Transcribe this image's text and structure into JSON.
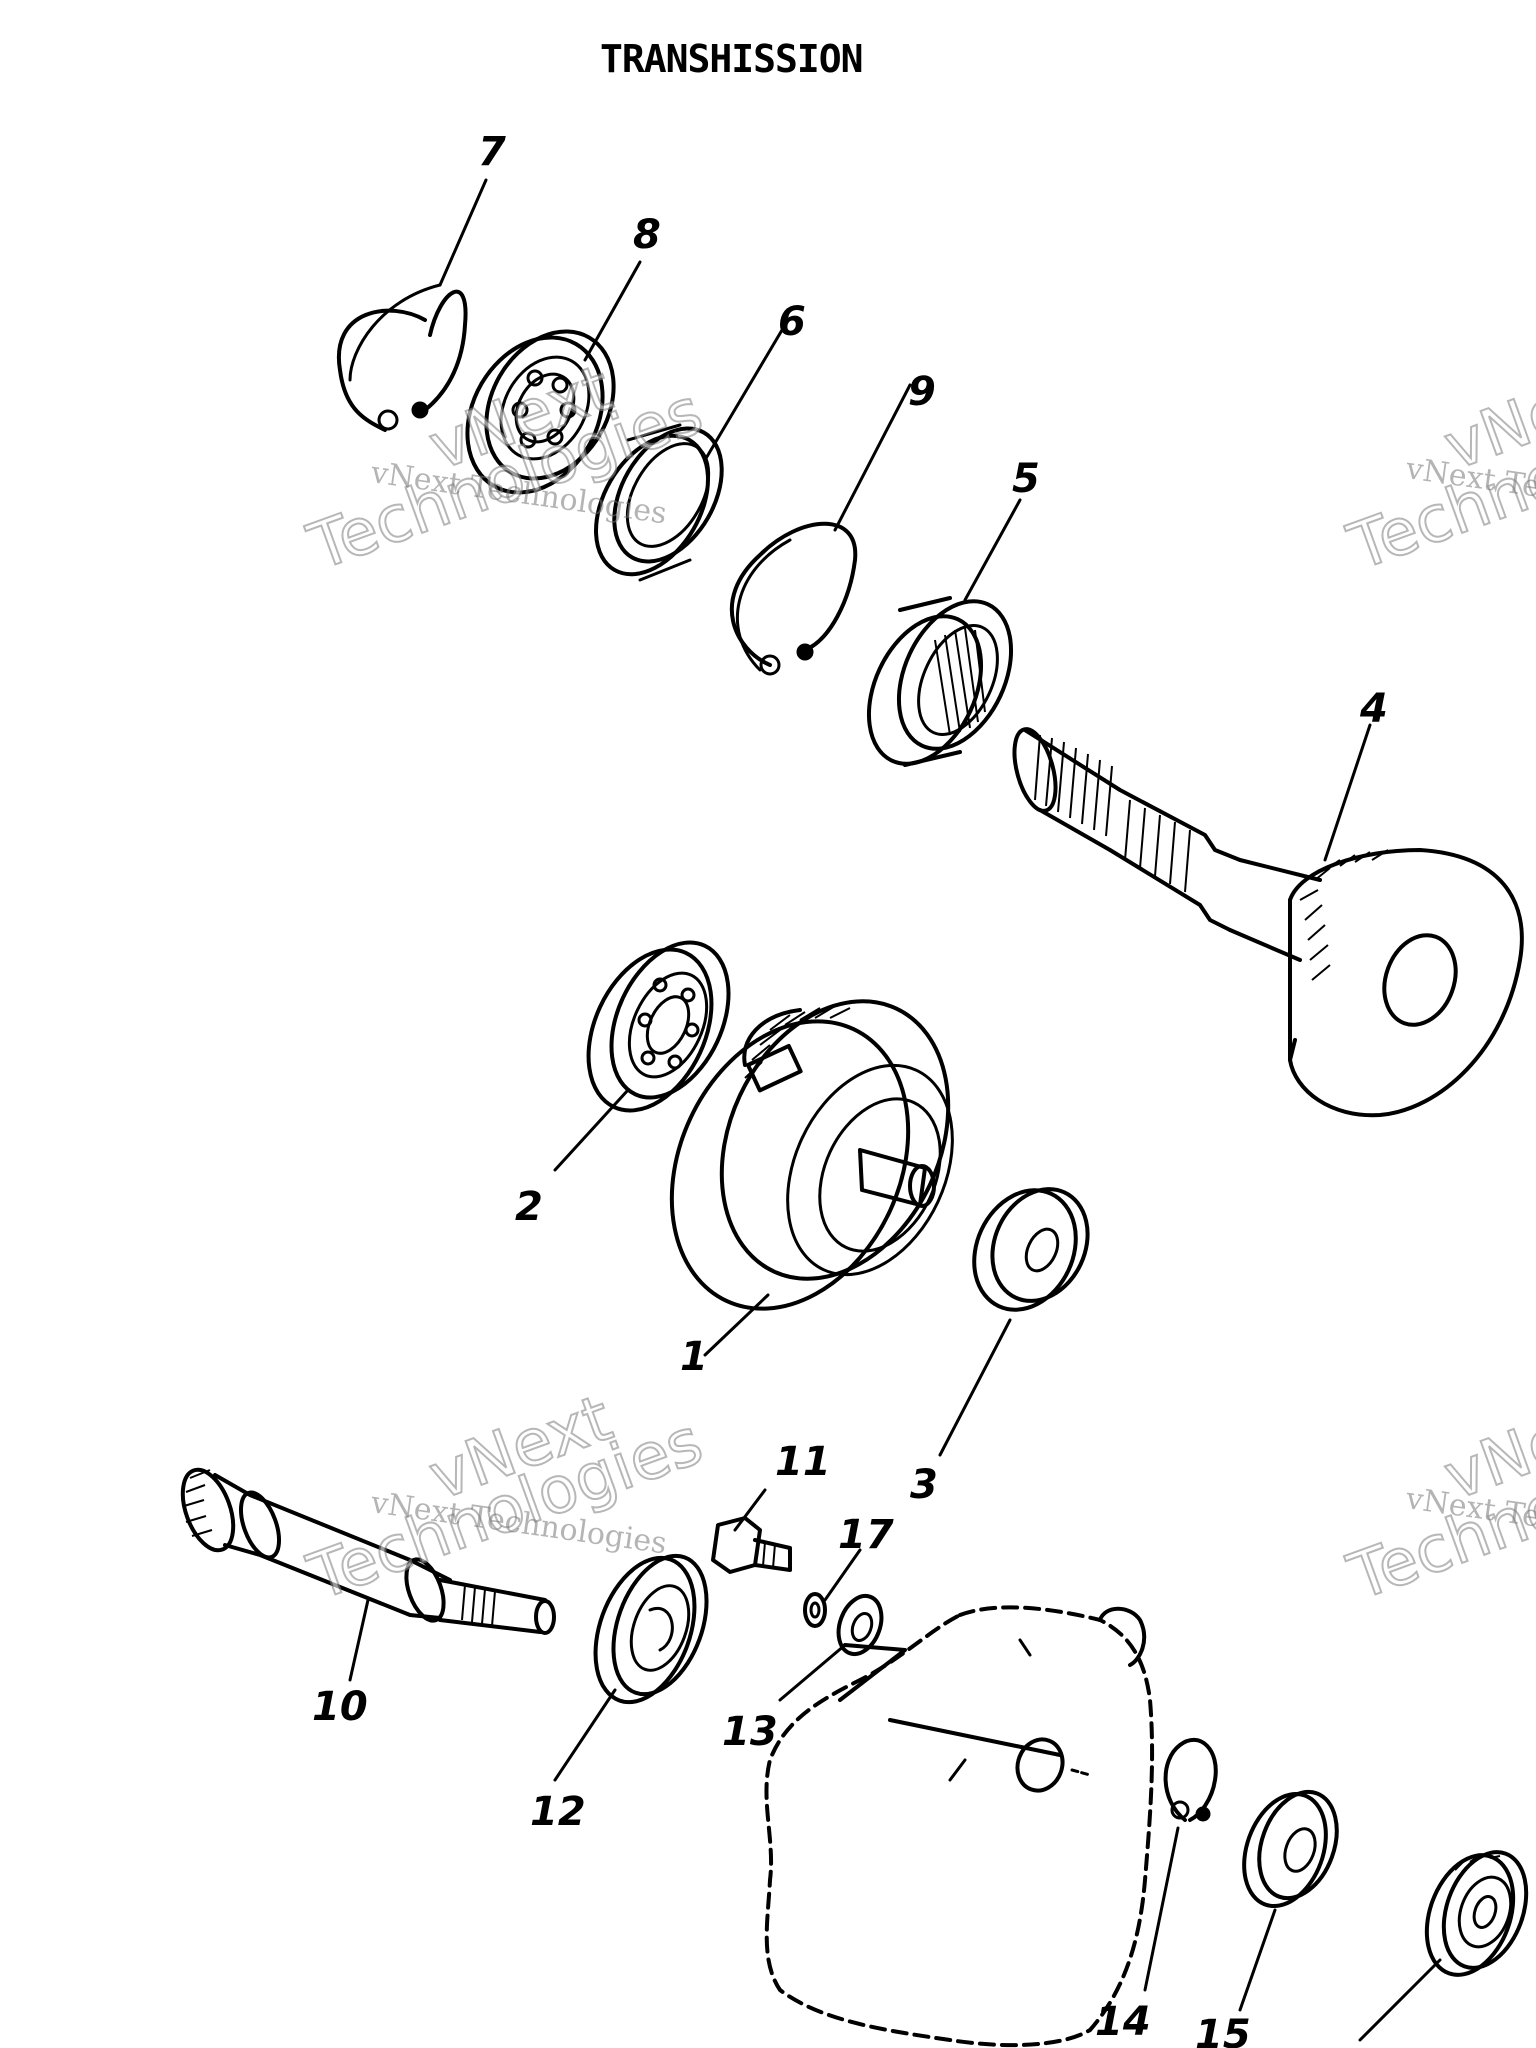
{
  "title": "TRANSHISSION",
  "watermark": {
    "line": "vNext Technologies",
    "big_1": "vNext",
    "big_2": "Technologies",
    "partial_line": "vNext Te",
    "partial_big_1": "vNe",
    "partial_big_2": "Techno"
  },
  "callouts": {
    "c1": "1",
    "c2": "2",
    "c3": "3",
    "c4": "4",
    "c5": "5",
    "c6": "6",
    "c7": "7",
    "c8": "8",
    "c9": "9",
    "c10": "10",
    "c11": "11",
    "c12": "12",
    "c13": "13",
    "c14": "14",
    "c15": "15",
    "c17": "17"
  }
}
